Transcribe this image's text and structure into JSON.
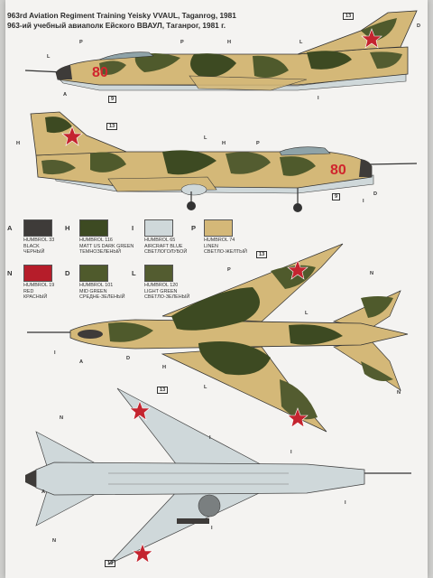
{
  "header": {
    "title_en": "963rd Aviation Regiment Training Yeisky VVAUL, Taganrog, 1981",
    "title_ru": "963-ий учебный авиаполк Ейского ВВАУЛ, Таганрог, 1981 г."
  },
  "colors": {
    "A": "#3e3b39",
    "H": "#3d4a22",
    "I": "#cfd8da",
    "P": "#d4b878",
    "N": "#b61d2a",
    "D": "#4f5a2c",
    "L": "#535c30",
    "star_red": "#c4242f",
    "number_red": "#d0252d"
  },
  "paints": [
    {
      "code": "A",
      "maker_num": "HUMBROL 33",
      "en": "BLACK",
      "ru": "ЧЕРНЫЙ"
    },
    {
      "code": "H",
      "maker_num": "HUMBROL 116",
      "en": "MATT US DARK GREEN",
      "ru": "ТЕМНОЗЕЛЕНЫЙ"
    },
    {
      "code": "I",
      "maker_num": "HUMBROL 65",
      "en": "AIRCRAFT BLUE",
      "ru": "СВЕТЛОГОЛУБОЙ"
    },
    {
      "code": "P",
      "maker_num": "HUMBROL 74",
      "en": "LINEN",
      "ru": "СВЕТЛО-ЖЕЛТЫЙ"
    },
    {
      "code": "N",
      "maker_num": "HUMBROL 19",
      "en": "RED",
      "ru": "КРАСНЫЙ"
    },
    {
      "code": "D",
      "maker_num": "HUMBROL 101",
      "en": "MID GREEN",
      "ru": "СРЕДНЕ-ЗЕЛЕНЫЙ"
    },
    {
      "code": "L",
      "maker_num": "HUMBROL 120",
      "en": "LIGHT GREEN",
      "ru": "СВЕТЛО-ЗЕЛЕНЫЙ"
    }
  ],
  "aircraft_number": "80",
  "callouts": {
    "decal_13": "13",
    "decal_9": "9",
    "P": "P",
    "L": "L",
    "H": "H",
    "D": "D",
    "I": "I",
    "A": "A",
    "N": "N"
  }
}
